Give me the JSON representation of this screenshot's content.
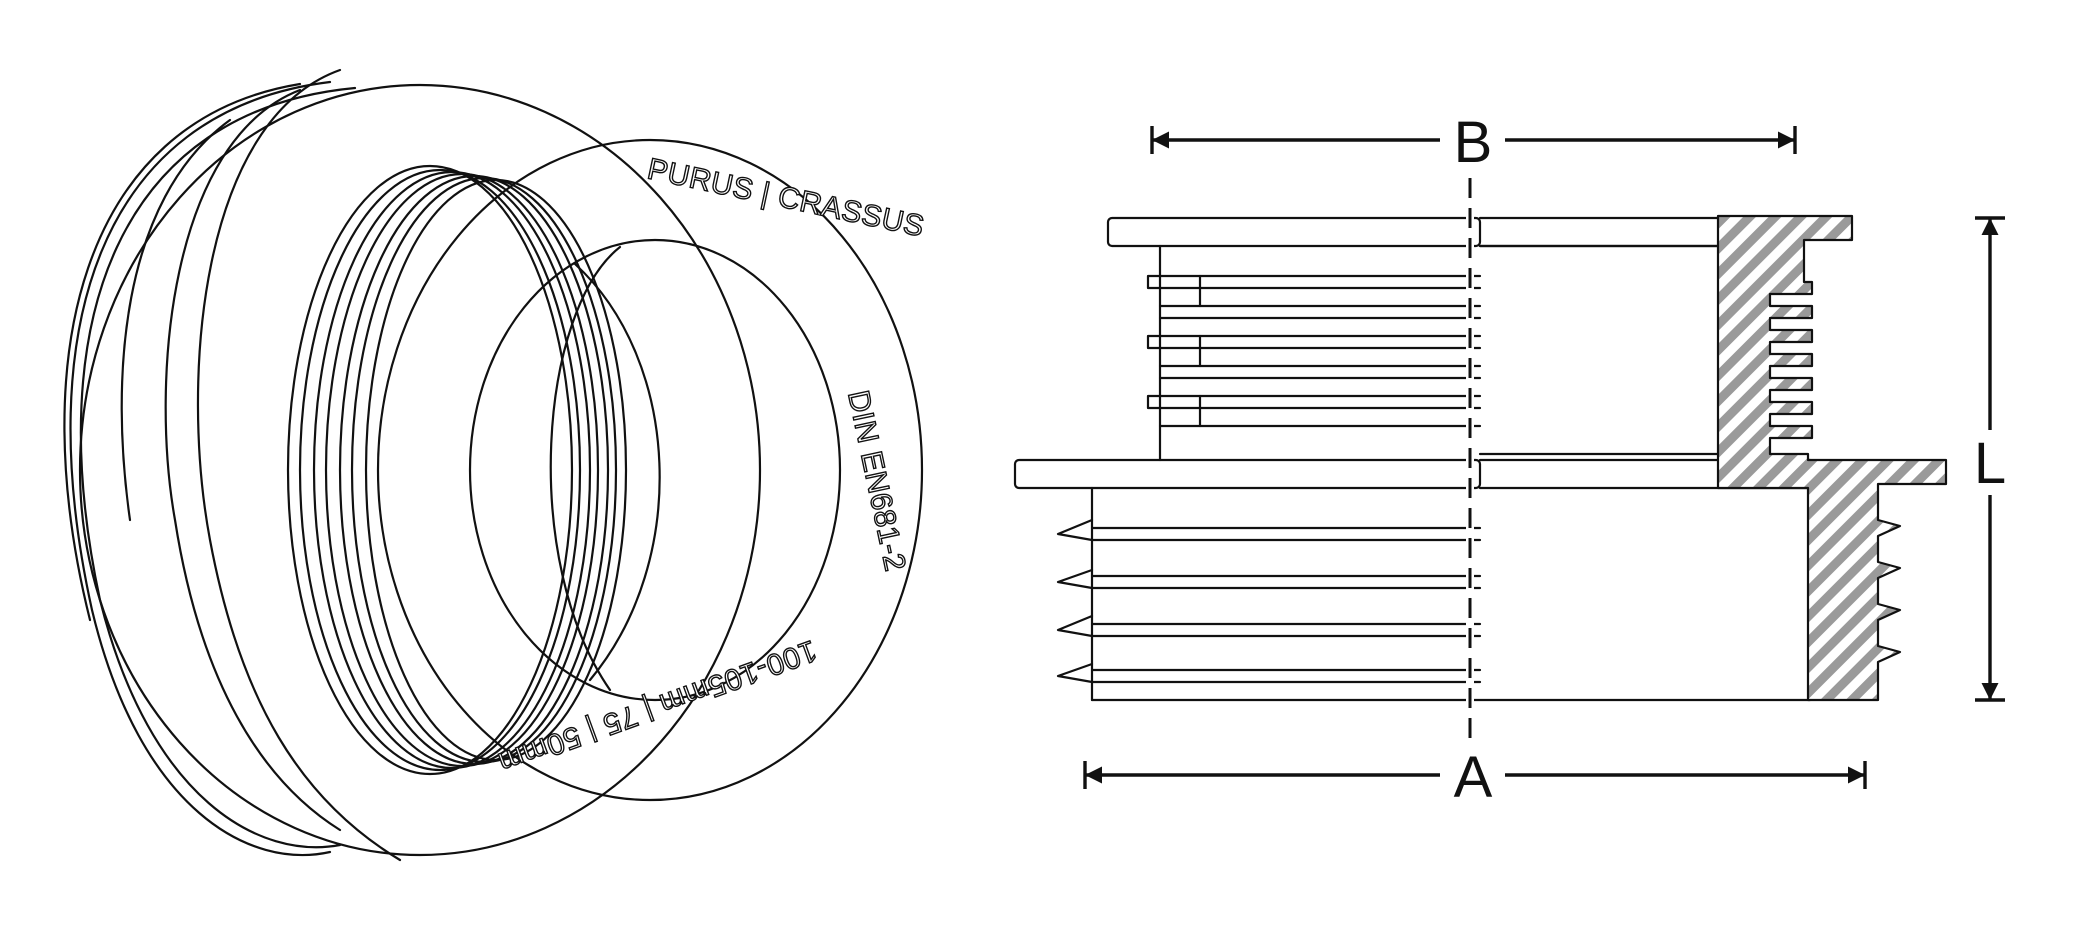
{
  "product": {
    "brand_text": "PURUS | CRASSUS",
    "standard_text": "DIN EN681-2",
    "size_text": "100-105mm | 75 | 50mm"
  },
  "dimensions": {
    "a_label": "A",
    "b_label": "B",
    "l_label": "L"
  },
  "colors": {
    "line": "#111111",
    "hatch": "#9a9a9a",
    "background": "#ffffff"
  }
}
